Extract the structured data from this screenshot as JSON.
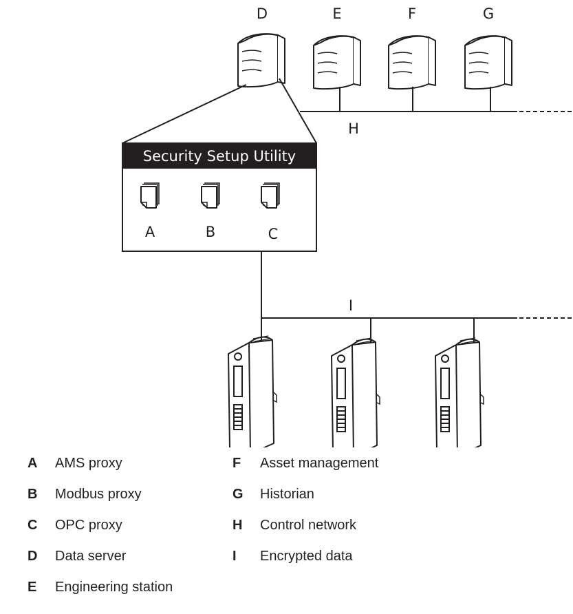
{
  "diagram": {
    "servers": [
      {
        "letter": "D"
      },
      {
        "letter": "E"
      },
      {
        "letter": "F"
      },
      {
        "letter": "G"
      }
    ],
    "control_network_label": "H",
    "encrypted_data_label": "I",
    "security_setup_utility": {
      "title": "Security Setup Utility",
      "files": [
        {
          "letter": "A"
        },
        {
          "letter": "B"
        },
        {
          "letter": "C"
        }
      ]
    }
  },
  "legend": [
    {
      "key": "A",
      "text": "AMS proxy"
    },
    {
      "key": "B",
      "text": "Modbus proxy"
    },
    {
      "key": "C",
      "text": "OPC proxy"
    },
    {
      "key": "D",
      "text": "Data server"
    },
    {
      "key": "E",
      "text": "Engineering station"
    },
    {
      "key": "F",
      "text": "Asset management"
    },
    {
      "key": "G",
      "text": "Historian"
    },
    {
      "key": "H",
      "text": "Control network"
    },
    {
      "key": "I",
      "text": "Encrypted data"
    }
  ],
  "colors": {
    "line": "#231f20",
    "title_bar": "#231f20",
    "title_text": "#ffffff",
    "background": "#ffffff"
  }
}
